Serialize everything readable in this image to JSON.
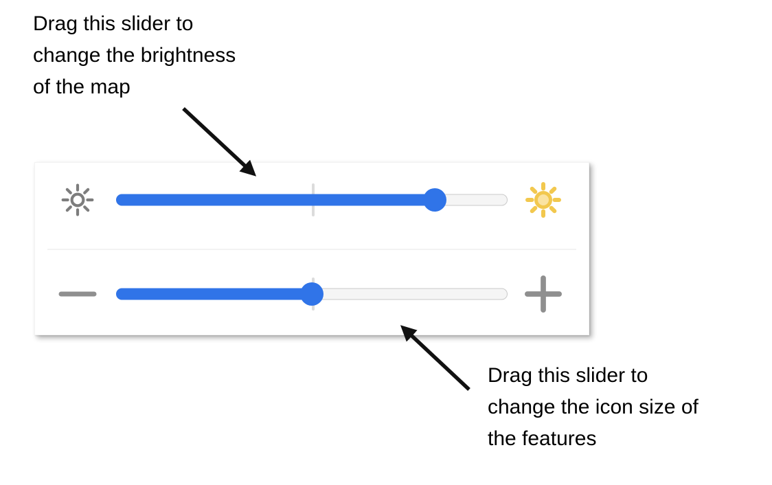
{
  "annotations": {
    "brightness_note": {
      "line1": "Drag this slider to",
      "line2": "change the brightness",
      "line3": "of the map"
    },
    "icon_size_note": {
      "line1": "Drag this slider to",
      "line2": "change the icon size of",
      "line3": "the features"
    }
  },
  "panel": {
    "brightness_slider": {
      "value_percent": 81.4,
      "tick_percent": 50.3,
      "min_icon": "dim-sun-icon",
      "max_icon": "bright-sun-icon"
    },
    "icon_size_slider": {
      "value_percent": 50,
      "tick_percent": 50.3,
      "min_icon": "minus-icon",
      "max_icon": "plus-icon"
    }
  },
  "colors": {
    "slider_fill_blue": "#3074e8",
    "slider_track_gray": "#f5f5f5",
    "slider_track_border": "#c9c9c9",
    "tick_gray": "#dcdcdc",
    "dim_sun_gray": "#7d7d7d",
    "bright_sun_gold": "#f2c84e",
    "bright_sun_center": "#fae3a2",
    "plus_minus_gray": "#8f8f8f",
    "arrow_black": "#111111",
    "panel_background": "#ffffff"
  }
}
